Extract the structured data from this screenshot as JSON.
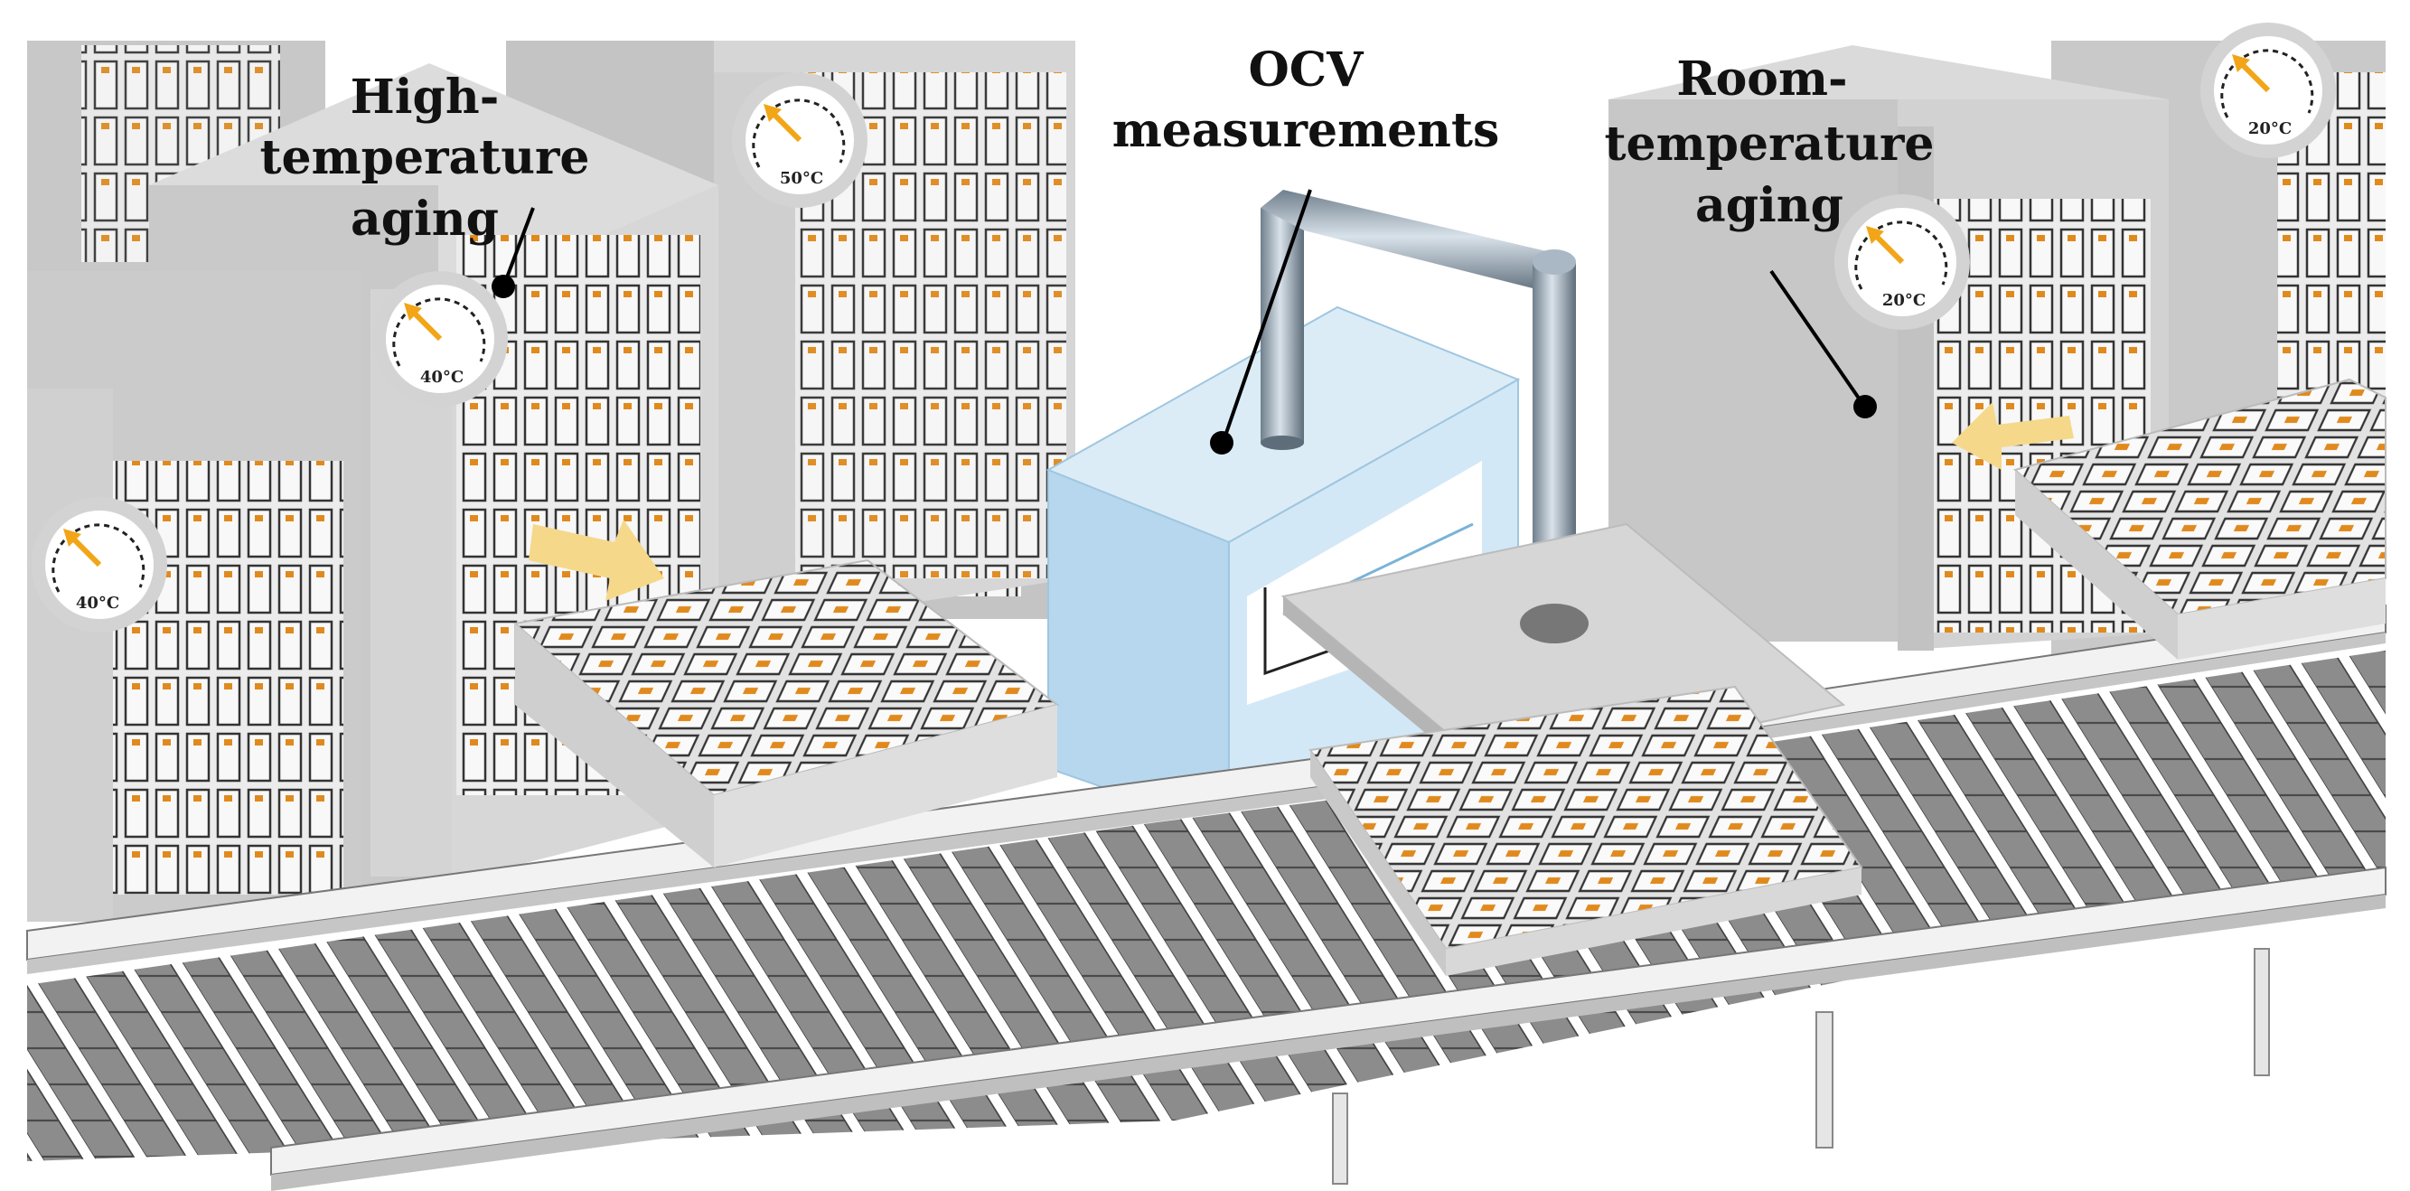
{
  "labels": {
    "high_temp": [
      "High-",
      "temperature",
      "aging"
    ],
    "ocv": [
      "OCV",
      "measurements"
    ],
    "room_temp": [
      "Room-",
      "temperature",
      "aging"
    ]
  },
  "gauges": [
    {
      "id": "gauge-40-left",
      "text": "40°C"
    },
    {
      "id": "gauge-40-mid",
      "text": "40°C"
    },
    {
      "id": "gauge-50",
      "text": "50°C"
    },
    {
      "id": "gauge-20-mid",
      "text": "20°C"
    },
    {
      "id": "gauge-20-top",
      "text": "20°C"
    }
  ],
  "colors": {
    "rack": "#d2d2d2",
    "rack_dark": "#a9a9a9",
    "conveyor_slat": "#8a8a8a",
    "arrow": "#f5d88a",
    "gauge_arrow": "#f2a516",
    "ocv_box": "#cfe6f5"
  }
}
